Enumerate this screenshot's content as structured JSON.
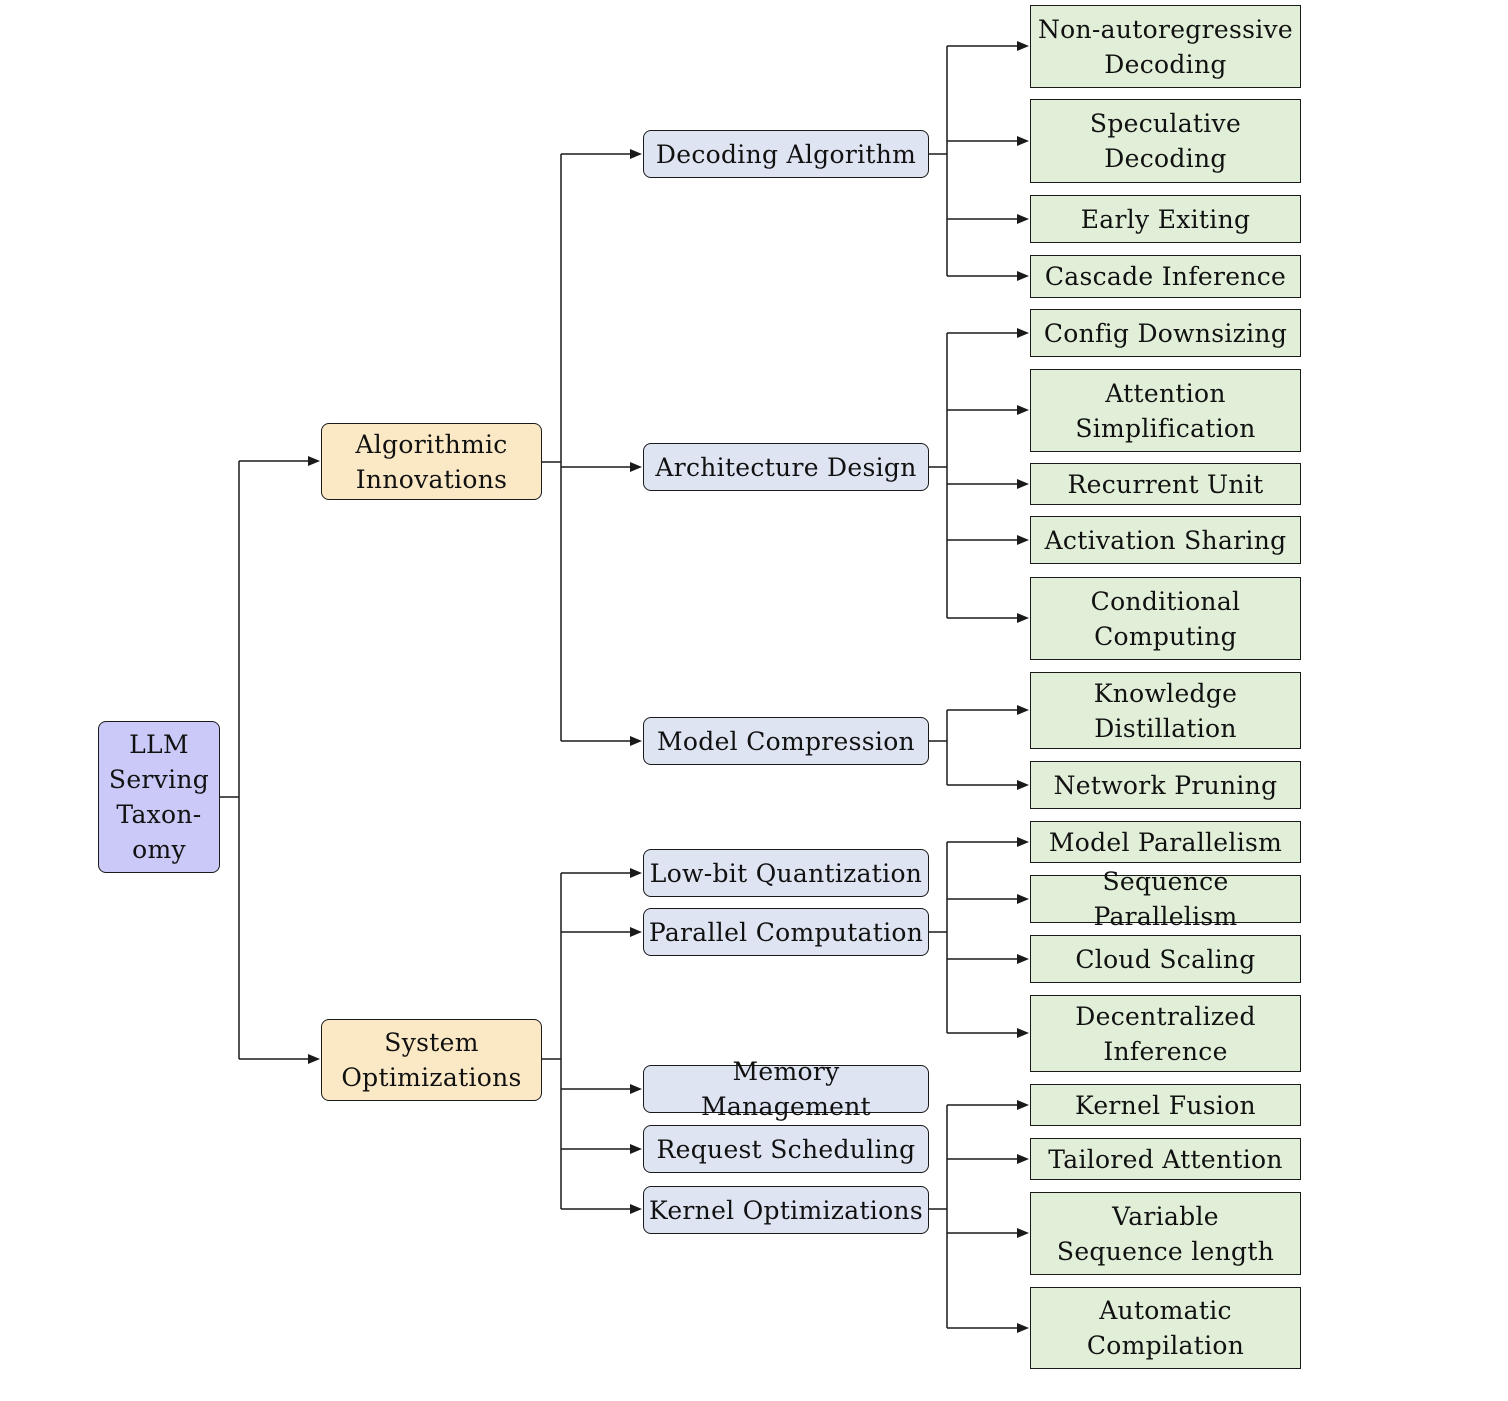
{
  "root": {
    "label": "LLM\nServing\nTaxon-\nomy"
  },
  "algorithmic": {
    "label": "Algorithmic\nInnovations",
    "decoding": {
      "label": "Decoding Algorithm",
      "leaves": [
        "Non-autoregressive\nDecoding",
        "Speculative\nDecoding",
        "Early Exiting",
        "Cascade Inference"
      ]
    },
    "architecture": {
      "label": "Architecture Design",
      "leaves": [
        "Config Downsizing",
        "Attention\nSimplification",
        "Recurrent Unit",
        "Activation Sharing",
        "Conditional\nComputing"
      ]
    },
    "compression": {
      "label": "Model Compression",
      "leaves": [
        "Knowledge\nDistillation",
        "Network Pruning"
      ]
    }
  },
  "system": {
    "label": "System\nOptimizations",
    "quantization": {
      "label": "Low-bit Quantization"
    },
    "parallel": {
      "label": "Parallel Computation",
      "leaves": [
        "Model Parallelism",
        "Sequence Parallelism",
        "Cloud Scaling",
        "Decentralized\nInference"
      ]
    },
    "memory": {
      "label": "Memory Management"
    },
    "scheduling": {
      "label": "Request Scheduling"
    },
    "kernel": {
      "label": "Kernel Optimizations",
      "leaves": [
        "Kernel Fusion",
        "Tailored Attention",
        "Variable\nSequence length",
        "Automatic\nCompilation"
      ]
    }
  },
  "colors": {
    "root_fill": "#cbc9f7",
    "level1_fill": "#fbe9c6",
    "level2_fill": "#dfe4f2",
    "leaf_fill": "#e1eed8",
    "line": "#1a1a1a"
  }
}
